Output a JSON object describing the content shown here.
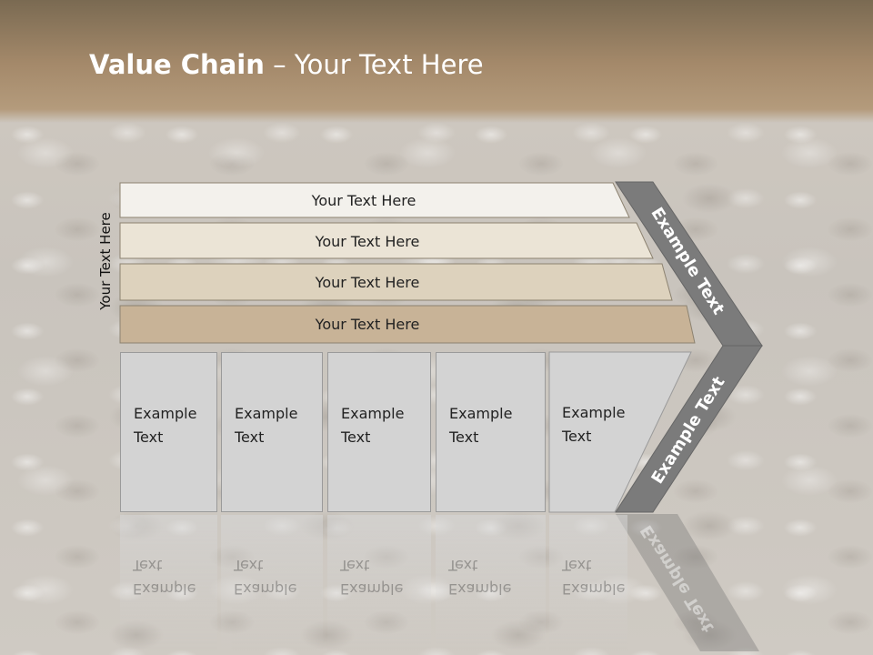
{
  "title": {
    "bold": "Value Chain",
    "rest": " – Your Text Here"
  },
  "side_label": "Your Text Here",
  "bars": [
    {
      "label": "Your Text Here",
      "color": "#f3f1ec"
    },
    {
      "label": "Your Text Here",
      "color": "#ebe4d6"
    },
    {
      "label": "Your Text Here",
      "color": "#ddd2bd"
    },
    {
      "label": "Your Text Here",
      "color": "#c8b397"
    }
  ],
  "boxes": [
    {
      "line1": "Example",
      "line2": "Text"
    },
    {
      "line1": "Example",
      "line2": "Text"
    },
    {
      "line1": "Example",
      "line2": "Text"
    },
    {
      "line1": "Example",
      "line2": "Text"
    },
    {
      "line1": "Example",
      "line2": "Text"
    }
  ],
  "chevron_top_label": "Example Text",
  "chevron_bottom_label": "Example Text",
  "colors": {
    "chevron": "#7b7b7b",
    "box": "#d3d3d3",
    "title": "#ffffff"
  }
}
